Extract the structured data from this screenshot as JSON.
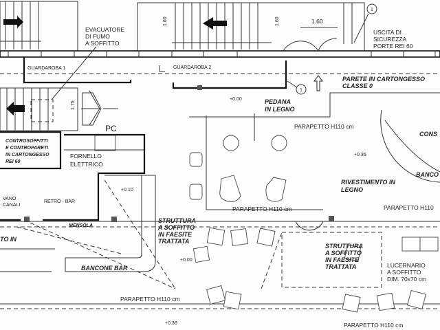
{
  "labels": {
    "evacuatore": [
      "EVACUATORE",
      "DI FUMO",
      "A SOFFITTO"
    ],
    "dim_160_a": "1.60",
    "dim_160_b": "1.60",
    "dim_160_c": "1.60",
    "dim_175": "1.75",
    "uscita": [
      "USCITA DI",
      "SICUREZZA",
      "PORTE REI 60"
    ],
    "guardaroba_1": "GUARDAROBA 1",
    "guardaroba_2": "GUARDAROBA 2",
    "parete": [
      "PARETE IN CARTONGESSO",
      "CLASSE 0"
    ],
    "callout": "1",
    "level_000_a": "+0.00",
    "level_000_b": "+0.00",
    "level_036_a": "+0.36",
    "level_036_b": "+0.36",
    "level_010": "+0.10",
    "pedana": [
      "PEDANA",
      "IN LEGNO"
    ],
    "pc": "PC",
    "controsoffitti": [
      "CONTROSOFFITTI",
      "E CONTROPARETI",
      "IN CARTONGESSO",
      "REI 60"
    ],
    "fornello": [
      "FORNELLO",
      "ELETTRICO"
    ],
    "parapetto_1": "PARAPETTO H110 cm",
    "parapetto_2": "PARAPETTO H110 cm",
    "parapetto_3": "PARAPETTO H110",
    "parapetto_4": "PARAPETTO H110 cm",
    "parapetto_5": "PARAPETTO H110 cm",
    "cons": "CONS",
    "banco": "BANCO",
    "rivestimento": [
      "RIVESTIMENTO IN",
      "LEGNO"
    ],
    "vano": [
      "VANO",
      "CANALI"
    ],
    "retro_bar": "RETRO - BAR",
    "mensola": "MENSOLA",
    "struttura_1": [
      "STRUTTURA",
      "A SOFFITTO",
      "IN FAESITE",
      "TRATTATA"
    ],
    "struttura_2": [
      "STRUTTURA",
      "A SOFFITTO",
      "IN FAESITE",
      "TRATTATA"
    ],
    "to_in": "TO IN",
    "bancone": "BANCONE BAR",
    "lucernario": [
      "LUCERNARIO",
      "A SOFFITTO",
      "DIM. 70x70 cm"
    ]
  }
}
